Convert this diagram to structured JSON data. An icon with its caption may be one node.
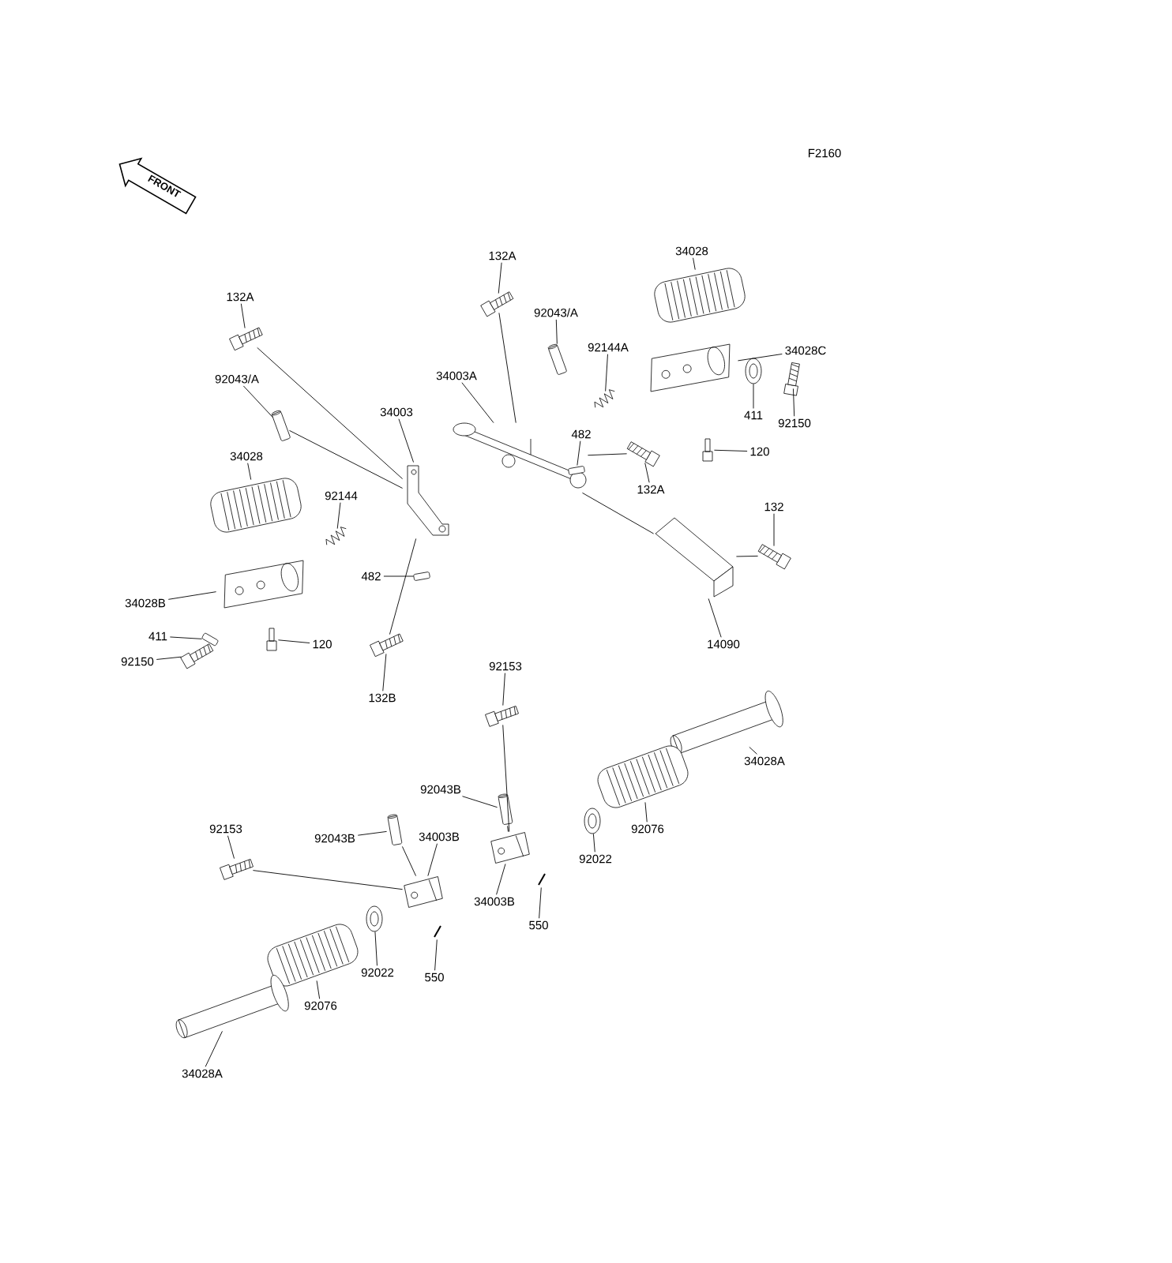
{
  "diagram": {
    "nodes": [
      {
        "text": [
          "132A"
        ]
      },
      {
        "text": [
          "132A"
        ]
      },
      {
        "text": [
          "34028"
        ]
      },
      {
        "text": [
          "92043/A"
        ]
      },
      {
        "text": [
          "92144A"
        ]
      },
      {
        "text": [
          "34028C"
        ]
      },
      {
        "text": [
          "34003A"
        ]
      },
      {
        "text": [
          "92043/A"
        ]
      },
      {
        "text": [
          "34003"
        ]
      },
      {
        "text": [
          "411"
        ]
      },
      {
        "text": [
          "92150"
        ]
      },
      {
        "text": [
          "482"
        ]
      },
      {
        "text": [
          "120"
        ]
      },
      {
        "text": [
          "34028"
        ]
      },
      {
        "text": [
          "132A"
        ]
      },
      {
        "text": [
          "92144"
        ]
      },
      {
        "text": [
          "132"
        ]
      },
      {
        "text": [
          "482"
        ]
      },
      {
        "text": [
          "14090"
        ]
      },
      {
        "text": [
          "34028B"
        ]
      },
      {
        "text": [
          "411"
        ]
      },
      {
        "text": [
          "120"
        ]
      },
      {
        "text": [
          "92150"
        ]
      },
      {
        "text": [
          "132B"
        ]
      },
      {
        "text": [
          "92153"
        ]
      },
      {
        "text": [
          "34028A"
        ]
      },
      {
        "text": [
          "92043B"
        ]
      },
      {
        "text": [
          "92153"
        ]
      },
      {
        "text": [
          "92076"
        ]
      },
      {
        "text": [
          "92043B"
        ]
      },
      {
        "text": [
          "34003B"
        ]
      },
      {
        "text": [
          "92022"
        ]
      },
      {
        "text": [
          "34003B"
        ]
      },
      {
        "text": [
          "550"
        ]
      },
      {
        "text": [
          "92022"
        ]
      },
      {
        "text": [
          "550"
        ]
      },
      {
        "text": [
          "92076"
        ]
      },
      {
        "text": [
          "34028A"
        ]
      },
      {
        "text": [],
        "shape": "picture"
      },
      {
        "text": [],
        "shape": "picture"
      },
      {
        "text": [],
        "shape": "picture"
      },
      {
        "text": [],
        "shape": "picture"
      },
      {
        "text": [],
        "shape": "picture"
      },
      {
        "text": [],
        "shape": "picture"
      },
      {
        "text": [],
        "shape": "picture"
      },
      {
        "text": [],
        "shape": "picture"
      },
      {
        "text": [],
        "shape": "picture"
      },
      {
        "text": [],
        "shape": "picture"
      },
      {
        "text": [],
        "shape": "picture"
      },
      {
        "text": [],
        "shape": "picture"
      },
      {
        "text": [],
        "shape": "picture"
      },
      {
        "text": [],
        "shape": "picture"
      },
      {
        "text": [],
        "shape": "picture"
      },
      {
        "text": [],
        "shape": "picture"
      },
      {
        "text": [],
        "shape": "picture"
      },
      {
        "text": [],
        "shape": "picture"
      },
      {
        "text": [],
        "shape": "picture"
      },
      {
        "text": [],
        "shape": "picture"
      },
      {
        "text": [],
        "shape": "picture"
      },
      {
        "text": [],
        "shape": "picture"
      },
      {
        "text": [],
        "shape": "picture"
      },
      {
        "text": [],
        "shape": "picture"
      },
      {
        "text": [],
        "shape": "picture"
      },
      {
        "text": [],
        "shape": "picture"
      },
      {
        "text": [],
        "shape": "picture"
      },
      {
        "text": [],
        "shape": "picture"
      },
      {
        "text": [],
        "shape": "picture"
      },
      {
        "text": [],
        "shape": "picture"
      },
      {
        "text": [],
        "shape": "picture"
      },
      {
        "text": [],
        "shape": "picture"
      },
      {
        "text": [],
        "shape": "picture"
      },
      {
        "text": [],
        "shape": "picture"
      },
      {
        "text": [],
        "shape": "picture"
      },
      {
        "text": [],
        "shape": "picture"
      },
      {
        "text": [],
        "shape": "picture"
      },
      {
        "text": [],
        "shape": "picture"
      },
      {
        "text": [
          "FRONT"
        ]
      }
    ],
    "edges": [
      {
        "from": 0,
        "to": 38,
        "arrow": "none"
      },
      {
        "from": 1,
        "to": 39,
        "arrow": "none"
      },
      {
        "from": 2,
        "to": 40,
        "arrow": "none"
      },
      {
        "from": 3,
        "to": 41,
        "arrow": "none"
      },
      {
        "from": 4,
        "to": 42,
        "arrow": "none"
      },
      {
        "from": 5,
        "to": 43,
        "arrow": "none"
      },
      {
        "from": 6,
        "to": 44,
        "arrow": "none"
      },
      {
        "from": 7,
        "to": 45,
        "arrow": "none"
      },
      {
        "from": 8,
        "to": 46,
        "arrow": "none"
      },
      {
        "from": 9,
        "to": 47,
        "arrow": "none"
      },
      {
        "from": 10,
        "to": 48,
        "arrow": "none"
      },
      {
        "from": 11,
        "to": 49,
        "arrow": "none"
      },
      {
        "from": 12,
        "to": 50,
        "arrow": "none"
      },
      {
        "from": 13,
        "to": 51,
        "arrow": "none"
      },
      {
        "from": 14,
        "to": 52,
        "arrow": "none"
      },
      {
        "from": 15,
        "to": 53,
        "arrow": "none"
      },
      {
        "from": 16,
        "to": 54,
        "arrow": "none"
      },
      {
        "from": 17,
        "to": 55,
        "arrow": "none"
      },
      {
        "from": 18,
        "to": 56,
        "arrow": "none"
      },
      {
        "from": 19,
        "to": 57,
        "arrow": "none"
      },
      {
        "from": 20,
        "to": 58,
        "arrow": "none"
      },
      {
        "from": 21,
        "to": 59,
        "arrow": "none"
      },
      {
        "from": 22,
        "to": 60,
        "arrow": "none"
      },
      {
        "from": 23,
        "to": 61,
        "arrow": "none"
      },
      {
        "from": 24,
        "to": 62,
        "arrow": "none"
      },
      {
        "from": 25,
        "to": 63,
        "arrow": "none"
      },
      {
        "from": 26,
        "to": 64,
        "arrow": "none"
      },
      {
        "from": 27,
        "to": 65,
        "arrow": "none"
      },
      {
        "from": 28,
        "to": 66,
        "arrow": "none"
      },
      {
        "from": 29,
        "to": 67,
        "arrow": "none"
      },
      {
        "from": 30,
        "to": 68,
        "arrow": "none"
      },
      {
        "from": 31,
        "to": 69,
        "arrow": "none"
      },
      {
        "from": 32,
        "to": 70,
        "arrow": "none"
      },
      {
        "from": 33,
        "to": 71,
        "arrow": "none"
      },
      {
        "from": 34,
        "to": 72,
        "arrow": "none"
      },
      {
        "from": 35,
        "to": 73,
        "arrow": "none"
      },
      {
        "from": 36,
        "to": 74,
        "arrow": "none"
      },
      {
        "from": 37,
        "to": 75,
        "arrow": "none"
      },
      {
        "from": 38,
        "to": 46,
        "arrow": "none"
      },
      {
        "from": 45,
        "to": 46,
        "arrow": "none"
      },
      {
        "from": 61,
        "to": 46,
        "arrow": "none"
      },
      {
        "from": 39,
        "to": 44,
        "arrow": "none"
      },
      {
        "from": 52,
        "to": 44,
        "arrow": "none"
      },
      {
        "from": 44,
        "to": 56,
        "arrow": "none"
      },
      {
        "from": 56,
        "to": 54,
        "arrow": "none"
      },
      {
        "from": 62,
        "to": 70,
        "arrow": "none"
      },
      {
        "from": 64,
        "to": 70,
        "arrow": "none"
      },
      {
        "from": 65,
        "to": 68,
        "arrow": "none"
      },
      {
        "from": 67,
        "to": 68,
        "arrow": "none"
      }
    ],
    "labels": [
      "F2160"
    ]
  }
}
